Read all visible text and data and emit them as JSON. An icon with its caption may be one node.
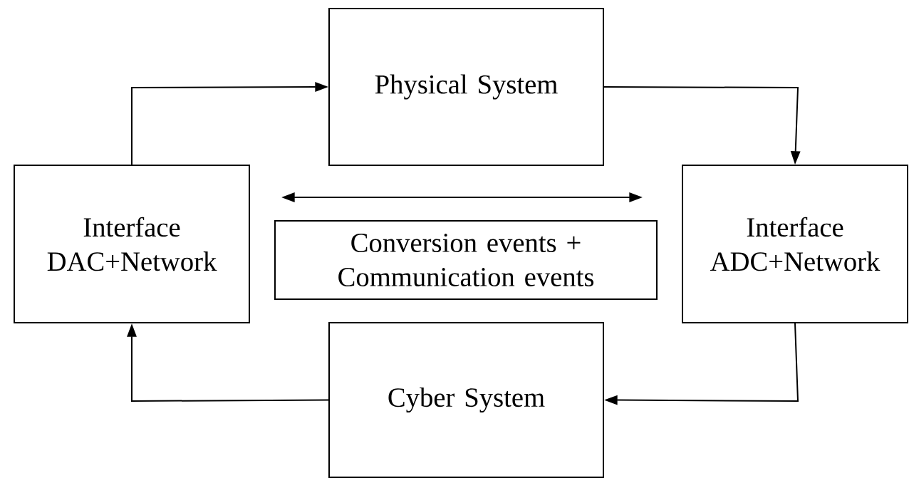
{
  "diagram": {
    "nodes": [
      {
        "text": [
          "Physical System"
        ]
      },
      {
        "text": [
          "Interface DAC+Network"
        ]
      },
      {
        "text": [
          "Conversion events + Communication events"
        ]
      },
      {
        "text": [
          "Interface ADC+Network"
        ]
      },
      {
        "text": [
          "Cyber System"
        ]
      }
    ],
    "edges": [
      {
        "from": 1,
        "to": 0,
        "arrow": "to"
      },
      {
        "from": 0,
        "to": 3,
        "arrow": "to"
      },
      {
        "from": 3,
        "to": 4,
        "arrow": "to"
      },
      {
        "from": 4,
        "to": 1,
        "arrow": "to"
      }
    ]
  }
}
